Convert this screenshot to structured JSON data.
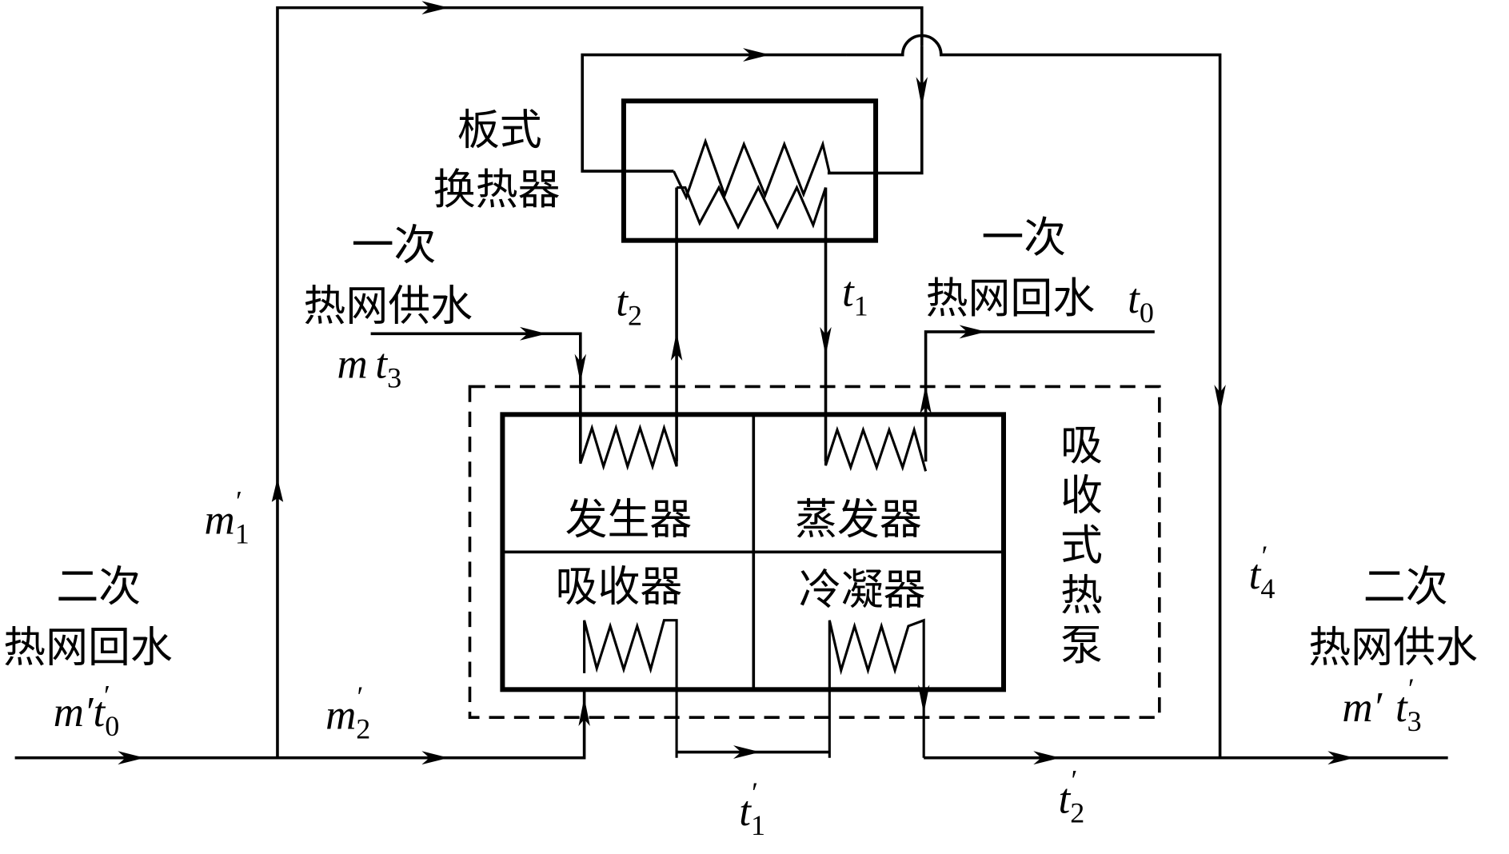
{
  "diagram": {
    "title": "Absorption heat pump heat exchange station flow diagram",
    "components": {
      "plate_heat_exchanger": "板式\n换热器",
      "plate_heat_exchanger_line1": "板式",
      "plate_heat_exchanger_line2": "换热器",
      "generator": "发生器",
      "evaporator": "蒸发器",
      "absorber": "吸收器",
      "condenser": "冷凝器",
      "heat_pump_vertical": [
        "吸",
        "收",
        "式",
        "热",
        "泵"
      ]
    },
    "streams": {
      "primary_supply": {
        "line1": "一次",
        "line2": "热网供水",
        "mass": "m",
        "temp": "t",
        "temp_sub": "3"
      },
      "primary_return": {
        "line1": "一次",
        "line2": "热网回水",
        "temp": "t",
        "temp_sub": "0"
      },
      "secondary_return": {
        "line1": "二次",
        "line2": "热网回水",
        "mass": "m′",
        "temp": "t",
        "temp_sub": "0",
        "temp_prime": "′"
      },
      "secondary_supply": {
        "line1": "二次",
        "line2": "热网供水",
        "mass": "m′",
        "temp": "t",
        "temp_sub": "3",
        "temp_prime": "′"
      }
    },
    "labels": {
      "t2": {
        "base": "t",
        "sub": "2"
      },
      "t1": {
        "base": "t",
        "sub": "1"
      },
      "m1p": {
        "base": "m",
        "sub": "1",
        "prime": "′"
      },
      "m2p": {
        "base": "m",
        "sub": "2",
        "prime": "′"
      },
      "t1p": {
        "base": "t",
        "sub": "1",
        "prime": "′"
      },
      "t2p": {
        "base": "t",
        "sub": "2",
        "prime": "′"
      },
      "t4p": {
        "base": "t",
        "sub": "4",
        "prime": "′"
      }
    }
  }
}
